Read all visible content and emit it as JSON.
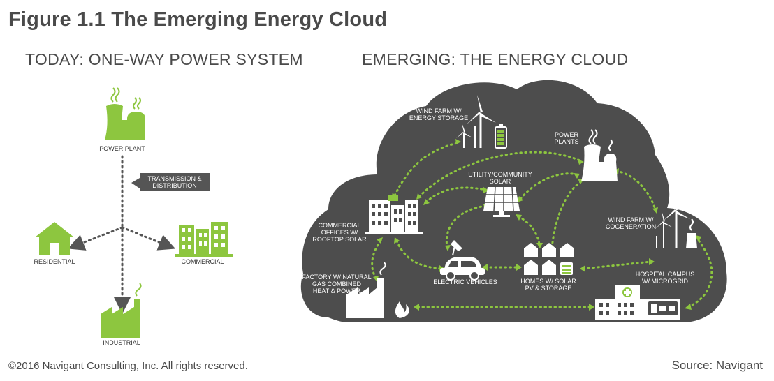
{
  "title": "Figure 1.1 The Emerging Energy Cloud",
  "today": {
    "heading": "TODAY: ONE-WAY POWER SYSTEM",
    "power_plant": "POWER PLANT",
    "transmission": [
      "TRANSMISSION &",
      "DISTRIBUTION"
    ],
    "residential": "RESIDENTIAL",
    "commercial": "COMMERCIAL",
    "industrial": "INDUSTRIAL"
  },
  "emerging": {
    "heading": "EMERGING: THE ENERGY CLOUD",
    "wind_storage": [
      "WIND FARM W/",
      "ENERGY STORAGE"
    ],
    "power_plants": [
      "POWER",
      "PLANTS"
    ],
    "utility_solar": [
      "UTILITY/COMMUNITY",
      "SOLAR"
    ],
    "commercial_offices": [
      "COMMERCIAL",
      "OFFICES W/",
      "ROOFTOP SOLAR"
    ],
    "wind_cogen": [
      "WIND FARM W/",
      "COGENERATION"
    ],
    "electric_vehicles": "ELECTRIC VEHICLES",
    "homes_solar": [
      "HOMES W/ SOLAR",
      "PV & STORAGE"
    ],
    "factory": [
      "FACTORY W/ NATURAL",
      "GAS COMBINED",
      "HEAT & POWER"
    ],
    "hospital": [
      "HOSPITAL CAMPUS",
      "W/ MICROGRID"
    ]
  },
  "copyright": "©2016 Navigant Consulting, Inc. All rights reserved.",
  "source": "Source: Navigant",
  "colors": {
    "green": "#8dc63f",
    "cloud": "#4d4d4d",
    "dots": "#555555",
    "text": "#4a4a4a"
  }
}
